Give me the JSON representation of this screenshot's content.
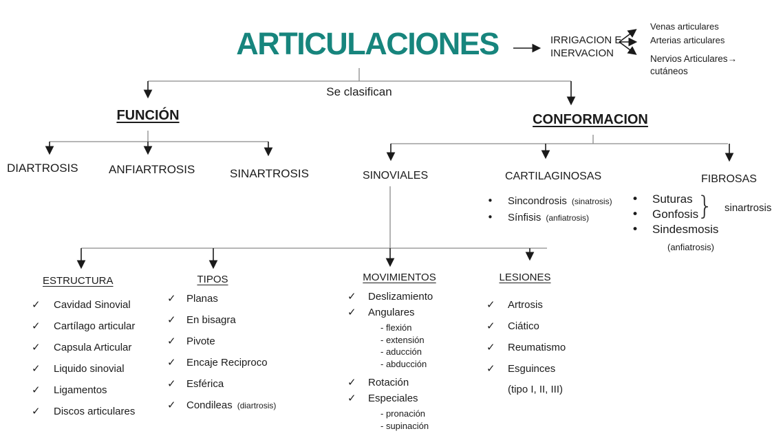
{
  "colors": {
    "title_teal": "#17857d"
  },
  "title": "ARTICULACIONES",
  "se_clasifican": "Se clasifican",
  "irrigacion": {
    "label": "IRRIGACION E\nINERVACION",
    "venas": "Venas articulares",
    "arterias": "Arterias articulares",
    "nervios": "Nervios Articulares→ cutáneos"
  },
  "funcion": {
    "label": "FUNCIÓN",
    "children": [
      "DIARTROSIS",
      "ANFIARTROSIS",
      "SINARTROSIS"
    ]
  },
  "conformacion": {
    "label": "CONFORMACION",
    "children": [
      "SINOVIALES",
      "CARTILAGINOSAS",
      "FIBROSAS"
    ]
  },
  "cartilaginosas": {
    "items": [
      {
        "text": "Sincondrosis",
        "note": "(sinatrosis)"
      },
      {
        "text": "Sínfisis",
        "note": "(anfiatrosis)"
      }
    ]
  },
  "fibrosas": {
    "items": [
      "Suturas",
      "Gonfosis",
      "Sindesmosis"
    ],
    "bracket_label": "sinartrosis",
    "note": "(anfiatrosis)"
  },
  "estructura": {
    "label": "ESTRUCTURA",
    "items": [
      "Cavidad Sinovial",
      "Cartílago articular",
      "Capsula Articular",
      "Liquido sinovial",
      "Ligamentos",
      "Discos articulares"
    ]
  },
  "tipos": {
    "label": "TIPOS",
    "items": [
      {
        "text": "Planas",
        "note": ""
      },
      {
        "text": "En bisagra",
        "note": ""
      },
      {
        "text": "Pivote",
        "note": ""
      },
      {
        "text": "Encaje Reciproco",
        "note": ""
      },
      {
        "text": "Esférica",
        "note": ""
      },
      {
        "text": "Condileas",
        "note": "(diartrosis)"
      }
    ]
  },
  "movimientos": {
    "label": "MOVIMIENTOS",
    "items": [
      {
        "text": "Deslizamiento",
        "subs": []
      },
      {
        "text": "Angulares",
        "subs": [
          "- flexión",
          "- extensión",
          "- aducción",
          "- abducción"
        ]
      },
      {
        "text": "Rotación",
        "subs": []
      },
      {
        "text": "Especiales",
        "subs": [
          "- pronación",
          "- supinación"
        ]
      }
    ]
  },
  "lesiones": {
    "label": "LESIONES",
    "items": [
      "Artrosis",
      "Ciático",
      "Reumatismo",
      "Esguinces"
    ],
    "note": "(tipo I, II, III)"
  },
  "icons": {
    "check": "✓",
    "bullet": "•",
    "brace": "}"
  }
}
